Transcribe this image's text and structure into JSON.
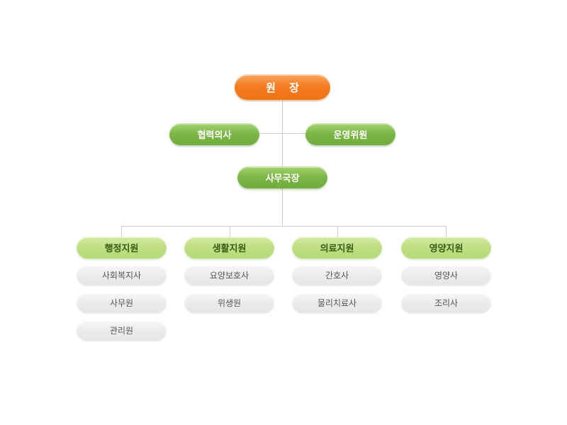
{
  "org_chart": {
    "director": "원 장",
    "partner_doctor": "협력의사",
    "steering_committee": "운영위원",
    "secretary_general": "사무국장",
    "departments": [
      {
        "label": "행정지원",
        "staff": [
          "사회복지사",
          "사무원",
          "관리원"
        ]
      },
      {
        "label": "생활지원",
        "staff": [
          "요양보호사",
          "위생원"
        ]
      },
      {
        "label": "의료지원",
        "staff": [
          "간호사",
          "물리치료사"
        ]
      },
      {
        "label": "영양지원",
        "staff": [
          "영양사",
          "조리사"
        ]
      }
    ]
  },
  "colors": {
    "director": "#f47b20",
    "executive": "#79b443",
    "department": "#bedf84",
    "staff": "#ebebeb",
    "connector": "#cccccc"
  }
}
